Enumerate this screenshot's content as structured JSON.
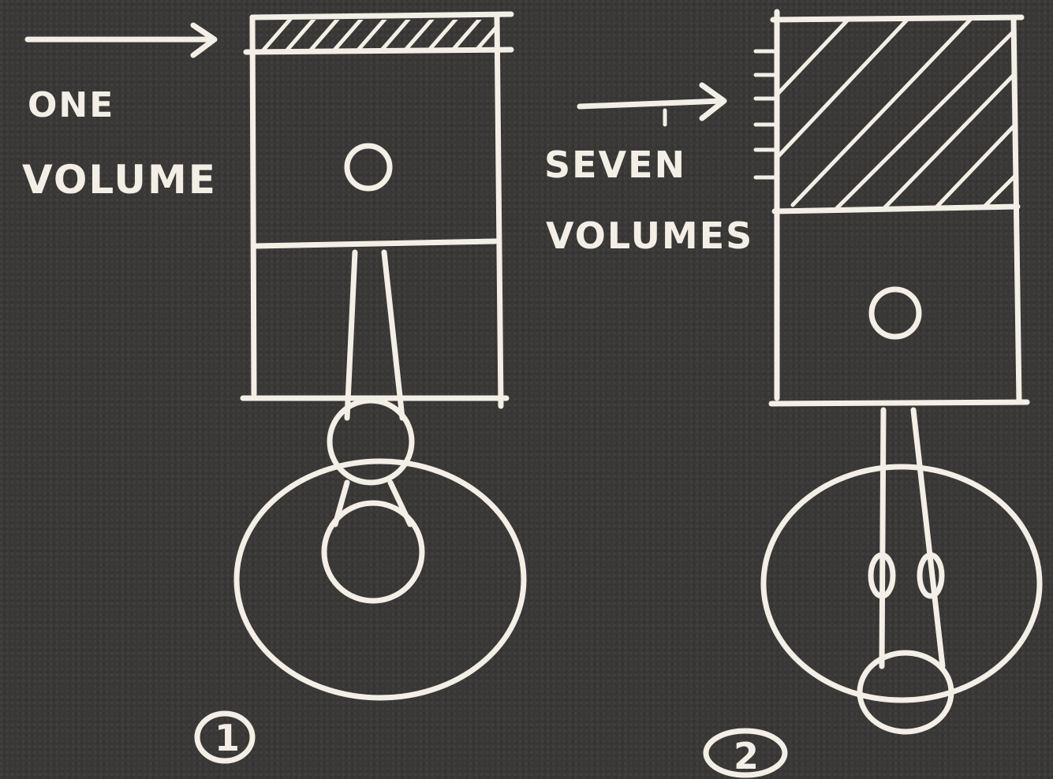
{
  "panel1": {
    "label_line1": "ONE",
    "label_line2": "VOLUME",
    "number": "1"
  },
  "panel2": {
    "label_line1": "SEVEN",
    "label_line2": "VOLUMES",
    "number": "2"
  },
  "colors": {
    "chalkboard": "#3a3836",
    "chalk": "#f3efe6"
  }
}
